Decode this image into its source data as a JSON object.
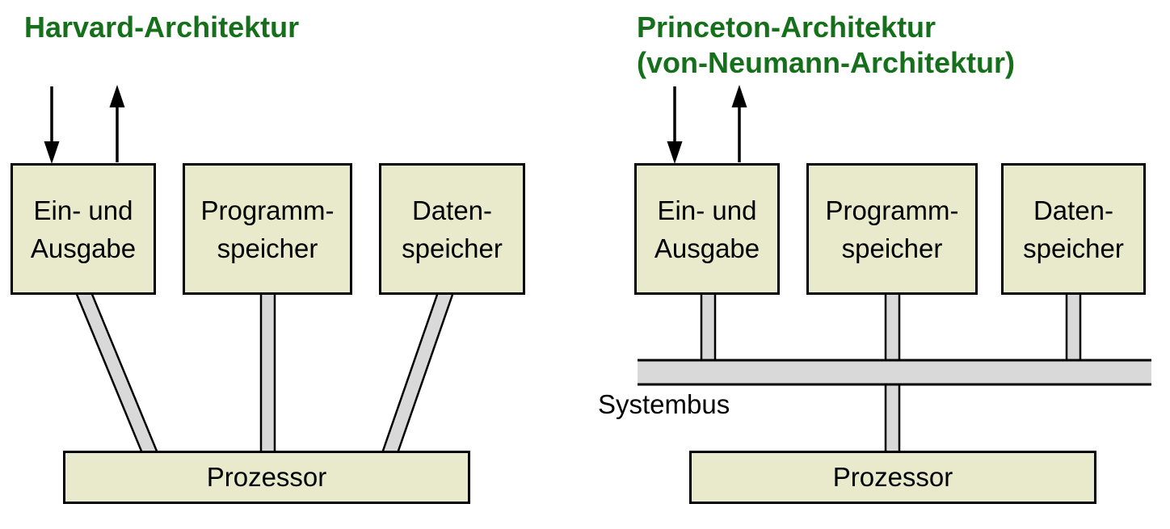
{
  "colors": {
    "title_green": "#156f1b",
    "box_fill": "#e9e9cb",
    "connector_gray": "#d9d9d9",
    "outline": "#000000"
  },
  "harvard": {
    "title": "Harvard-Architektur",
    "boxes": [
      {
        "line1": "Ein- und",
        "line2": "Ausgabe"
      },
      {
        "line1": "Programm-",
        "line2": "speicher"
      },
      {
        "line1": "Daten-",
        "line2": "speicher"
      }
    ],
    "processor_label": "Prozessor"
  },
  "princeton": {
    "title_line1": "Princeton-Architektur",
    "title_line2": "(von-Neumann-Architektur)",
    "boxes": [
      {
        "line1": "Ein- und",
        "line2": "Ausgabe"
      },
      {
        "line1": "Programm-",
        "line2": "speicher"
      },
      {
        "line1": "Daten-",
        "line2": "speicher"
      }
    ],
    "bus_label": "Systembus",
    "processor_label": "Prozessor"
  }
}
